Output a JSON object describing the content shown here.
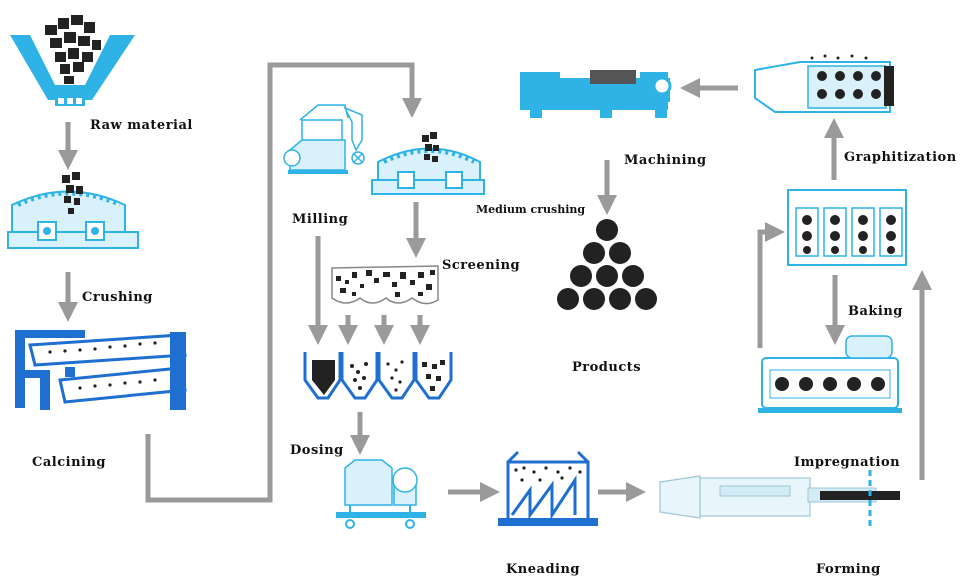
{
  "steps": {
    "raw_material": "Raw material",
    "crushing": "Crushing",
    "calcining": "Calcining",
    "milling": "Milling",
    "medium_crushing": "Medium crushing",
    "screening": "Screening",
    "dosing": "Dosing",
    "kneading": "Kneading",
    "forming": "Forming",
    "impregnation": "Impregnation",
    "baking": "Baking",
    "graphitization": "Graphitization",
    "machining": "Machining",
    "products": "Products"
  },
  "colors": {
    "equipment_blue": "#2fb3e6",
    "equipment_light": "#d9f1fb",
    "arrow_gray": "#9a9a9a",
    "particle": "#222222"
  },
  "icons": [
    "hopper-icon",
    "crusher-icon",
    "calciner-icon",
    "mill-icon",
    "screen-icon",
    "dosing-bins-icon",
    "mixer-icon",
    "kneader-icon",
    "extruder-icon",
    "impregnation-tank-icon",
    "baking-furnace-icon",
    "graphitization-furnace-icon",
    "lathe-icon",
    "products-stack-icon"
  ]
}
